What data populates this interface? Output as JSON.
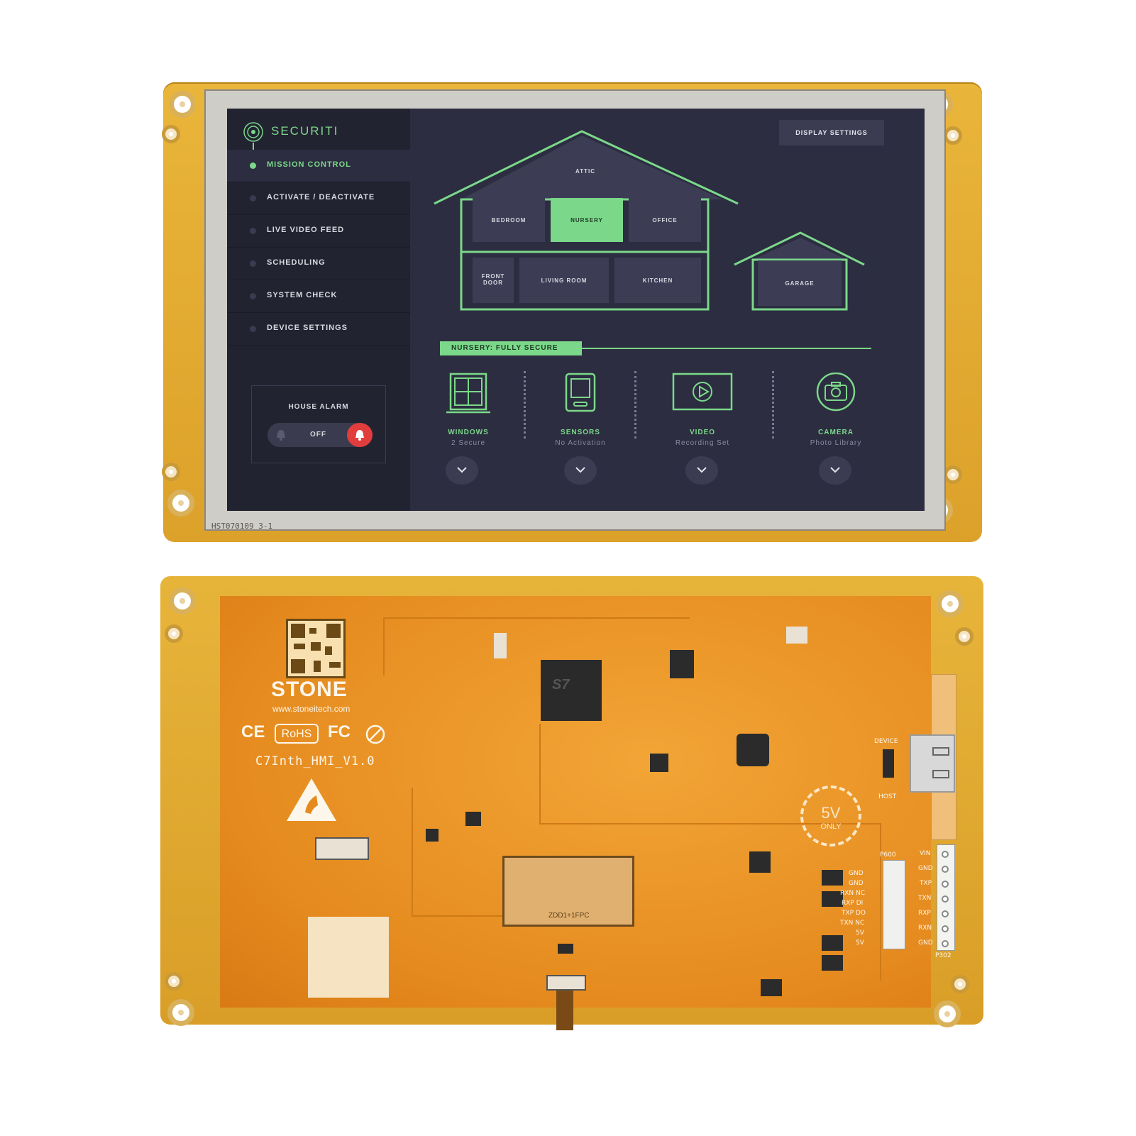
{
  "screen_ui": {
    "brand": "SECURITI",
    "menu": [
      {
        "label": "MISSION CONTROL",
        "active": true
      },
      {
        "label": "ACTIVATE / DEACTIVATE",
        "active": false
      },
      {
        "label": "LIVE VIDEO FEED",
        "active": false
      },
      {
        "label": "SCHEDULING",
        "active": false
      },
      {
        "label": "SYSTEM CHECK",
        "active": false
      },
      {
        "label": "DEVICE SETTINGS",
        "active": false
      }
    ],
    "alarm": {
      "title": "HOUSE ALARM",
      "state": "OFF"
    },
    "display_settings_label": "DISPLAY SETTINGS",
    "rooms": {
      "attic": "ATTIC",
      "bedroom": "BEDROOM",
      "nursery": "NURSERY",
      "office": "OFFICE",
      "front_door": "FRONT DOOR",
      "living_room": "LIVING ROOM",
      "kitchen": "KITCHEN",
      "garage": "GARAGE"
    },
    "status": "NURSERY: FULLY SECURE",
    "features": [
      {
        "name": "WINDOWS",
        "sub": "2 Secure"
      },
      {
        "name": "SENSORS",
        "sub": "No Activation"
      },
      {
        "name": "VIDEO",
        "sub": "Recording Set"
      },
      {
        "name": "CAMERA",
        "sub": "Photo Library"
      }
    ],
    "accent_color": "#7bd88a",
    "alarm_color": "#e23d3d"
  },
  "front_board": {
    "silkscreen": "HST070109 3-1"
  },
  "back_board": {
    "brand": "STONE",
    "url": "www.stoneitech.com",
    "certs": {
      "ce": "CE",
      "rohs": "RoHS",
      "fc": "FC"
    },
    "board_name": "C7Inth_HMI_V1.0",
    "chip_label": "S7",
    "fpc_label": "ZDD1+1FPC",
    "power_badge": {
      "voltage": "5V",
      "note": "ONLY"
    },
    "usb_label": {
      "top": "DEVICE",
      "bottom": "HOST"
    },
    "left_pins": [
      "GND",
      "GND",
      "RXN NC",
      "RXP DI",
      "TXP DO",
      "TXN NC",
      "5V",
      "5V"
    ],
    "right_pins": [
      "VIN",
      "GND",
      "TXP",
      "TXN",
      "RXP",
      "RXN",
      "GND"
    ],
    "conn_label": "P600",
    "strip_label": "P302"
  }
}
